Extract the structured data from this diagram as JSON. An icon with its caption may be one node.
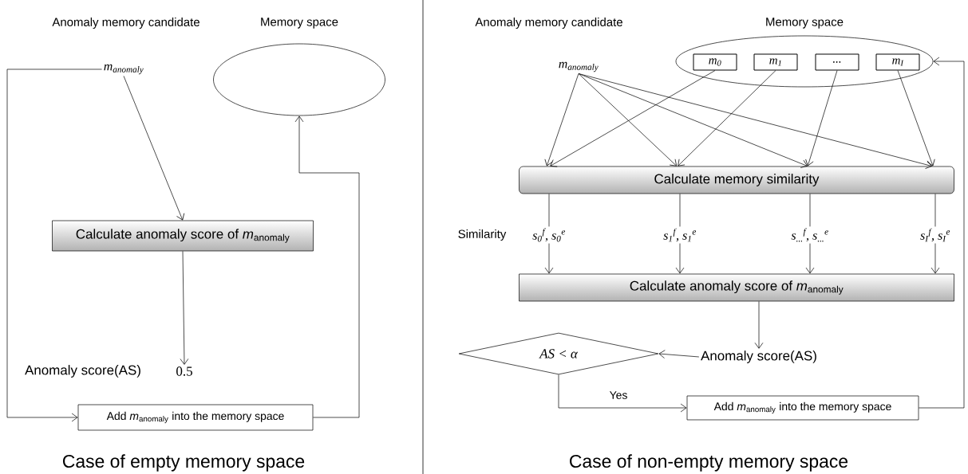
{
  "diagram": {
    "nodes": [
      {
        "text": [
          "m$_{anomaly}$"
        ]
      },
      {
        "text": [
          "Memory space"
        ]
      },
      {
        "text": [
          "Calculate anomaly score of *m*$_{anomaly}$"
        ]
      },
      {
        "text": [
          "0.5"
        ],
        "beside": [
          "Anomaly score(AS)"
        ]
      },
      {
        "text": [
          "Add *m*$_{anomaly}$ into the memory space"
        ]
      },
      {
        "text": [
          "m$_{anomaly}$"
        ]
      },
      {
        "text": [
          "Memory space"
        ]
      },
      {
        "text": [
          "m$_{0}$"
        ],
        "in": 6
      },
      {
        "text": [
          "m$_{1}$"
        ],
        "in": 6
      },
      {
        "text": [
          "..."
        ],
        "in": 6
      },
      {
        "text": [
          "m$_{I}$"
        ],
        "in": 6
      },
      {
        "text": [
          "Calculate memory similarity"
        ]
      },
      {
        "text": [
          "s$_{0}$$^{f}$, s$_{0}$$^{e}$"
        ]
      },
      {
        "text": [
          "s$_{1}$$^{f}$, s$_{1}$$^{e}$"
        ]
      },
      {
        "text": [
          "s$_{...}$$^{f}$, s$_{...}$$^{e}$"
        ]
      },
      {
        "text": [
          "s$_{I}$$^{f}$, s$_{I}$$^{e}$"
        ]
      },
      {
        "text": [
          "Calculate anomaly score of *m*$_{anomaly}$"
        ]
      },
      {
        "text": [
          "Anomaly score(AS)"
        ]
      },
      {
        "text": [
          "AS < α"
        ]
      },
      {
        "text": [
          "Add *m*$_{anomaly}$ into the memory space"
        ]
      }
    ],
    "edges": [
      {
        "from": 0,
        "to": 2,
        "arrow": "to"
      },
      {
        "from": 2,
        "to": 3,
        "arrow": "to"
      },
      {
        "from": 0,
        "to": 4,
        "arrow": "to"
      },
      {
        "from": 4,
        "to": 1,
        "arrow": "to"
      },
      {
        "from": 5,
        "to": 11,
        "arrow": "to"
      },
      {
        "from": 5,
        "to": 11,
        "arrow": "to"
      },
      {
        "from": 5,
        "to": 11,
        "arrow": "to"
      },
      {
        "from": 5,
        "to": 11,
        "arrow": "to"
      },
      {
        "from": 7,
        "to": 11,
        "arrow": "to"
      },
      {
        "from": 8,
        "to": 11,
        "arrow": "to"
      },
      {
        "from": 9,
        "to": 11,
        "arrow": "to"
      },
      {
        "from": 10,
        "to": 11,
        "arrow": "to"
      },
      {
        "from": 11,
        "to": 12,
        "arrow": "none"
      },
      {
        "from": 11,
        "to": 13,
        "arrow": "none"
      },
      {
        "from": 11,
        "to": 14,
        "arrow": "none"
      },
      {
        "from": 11,
        "to": 15,
        "arrow": "none"
      },
      {
        "from": 12,
        "to": 16,
        "arrow": "to"
      },
      {
        "from": 13,
        "to": 16,
        "arrow": "to"
      },
      {
        "from": 14,
        "to": 16,
        "arrow": "to"
      },
      {
        "from": 15,
        "to": 16,
        "arrow": "to"
      },
      {
        "from": 16,
        "to": 17,
        "arrow": "to"
      },
      {
        "from": 17,
        "to": 18,
        "arrow": "to"
      },
      {
        "from": 18,
        "to": 19,
        "arrow": "to",
        "label": "Yes"
      },
      {
        "from": 19,
        "to": 6,
        "arrow": "to"
      }
    ],
    "labels": [
      "Anomaly memory candidate",
      "Anomaly memory candidate",
      "Similarity",
      "Case of empty memory space",
      "Case of non-empty memory space"
    ]
  }
}
